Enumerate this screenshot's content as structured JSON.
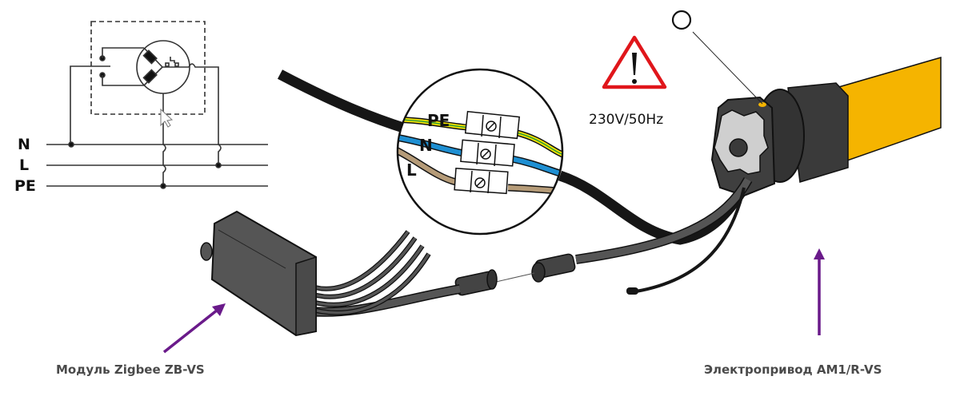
{
  "schematic": {
    "lines": [
      "N",
      "L",
      "PE"
    ]
  },
  "terminal_block": {
    "wires": [
      {
        "label": "PE",
        "color": "#f5e400",
        "stripe": "#2e9a3a"
      },
      {
        "label": "N",
        "color": "#1e8fd2"
      },
      {
        "label": "L",
        "color": "#b59b78"
      }
    ]
  },
  "warning": {
    "icon": "warning-triangle-icon",
    "voltage": "230V/50Hz",
    "color": "#e0161b"
  },
  "labels": {
    "module": "Модуль Zigbee ZB-VS",
    "motor": "Электропривод AM1/R-VS"
  },
  "colors": {
    "arrow": "#6a1a8a",
    "motor_tube": "#f5b400",
    "device": "#4a4a4a",
    "cable": "#161616",
    "text": "#4a4a4a"
  }
}
